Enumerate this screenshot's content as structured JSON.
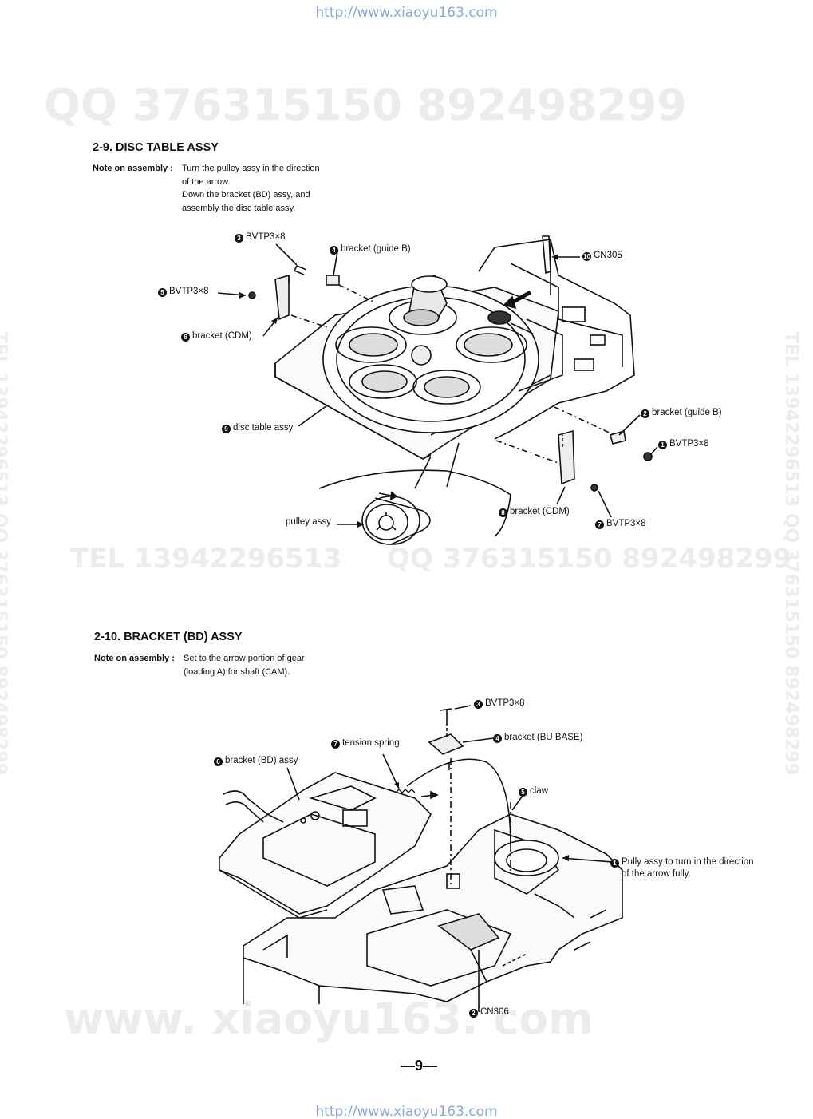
{
  "source_url": "http://www.xiaoyu163.com",
  "watermarks": {
    "contact_qq": "QQ 376315150   892498299",
    "contact_tel_qq": "TEL 13942296513",
    "contact_qq2": "QQ 376315150 892498299",
    "vertical": "TEL 13942296513  QQ 376315150  892498299",
    "site": "www. xiaoyu163. com"
  },
  "section1": {
    "heading": "2-9.  DISC TABLE ASSY",
    "note_label": "Note on assembly :",
    "note_lines": [
      "Turn the pulley assy in the direction",
      "of the arrow.",
      "Down the bracket (BD) assy, and",
      "assembly the disc table assy."
    ],
    "labels": {
      "l3": {
        "num": "3",
        "text": "BVTP3×8"
      },
      "l4": {
        "num": "4",
        "text": "bracket (guide B)"
      },
      "l10": {
        "num": "10",
        "text": "CN305"
      },
      "l5": {
        "num": "5",
        "text": "BVTP3×8"
      },
      "l6": {
        "num": "6",
        "text": "bracket (CDM)"
      },
      "l2": {
        "num": "2",
        "text": "bracket (guide B)"
      },
      "l1": {
        "num": "1",
        "text": "BVTP3×8"
      },
      "l9": {
        "num": "9",
        "text": "disc table assy"
      },
      "l8": {
        "num": "8",
        "text": "bracket (CDM)"
      },
      "l7": {
        "num": "7",
        "text": "BVTP3×8"
      },
      "pulley": "pulley assy"
    }
  },
  "section2": {
    "heading": "2-10.  BRACKET (BD) ASSY",
    "note_label": "Note on assembly :",
    "note_lines": [
      "Set to the arrow portion of gear",
      "(loading A) for shaft (CAM)."
    ],
    "labels": {
      "l3": {
        "num": "3",
        "text": "BVTP3×8"
      },
      "l4": {
        "num": "4",
        "text": "bracket (BU BASE)"
      },
      "l7": {
        "num": "7",
        "text": "tension spring"
      },
      "l6": {
        "num": "6",
        "text": "bracket (BD) assy"
      },
      "l5": {
        "num": "5",
        "text": "claw"
      },
      "l1": {
        "num": "1",
        "text": "Pully assy to turn in the direction",
        "text2": "of the arrow fully."
      },
      "l2": {
        "num": "2",
        "text": "CN306"
      }
    }
  },
  "page_number": "—9—"
}
